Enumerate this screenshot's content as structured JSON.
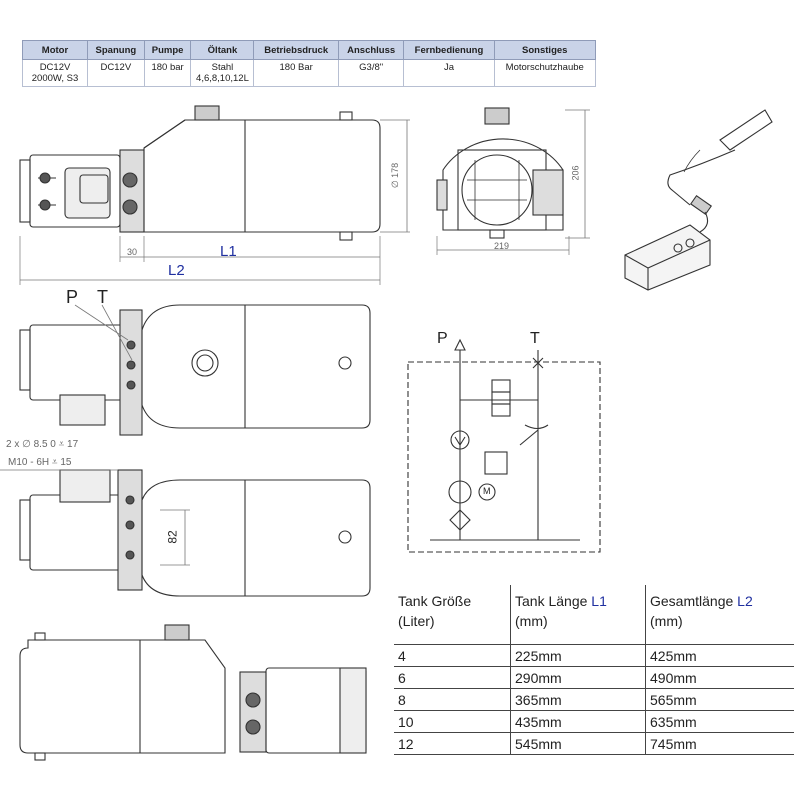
{
  "spec_table": {
    "headers": [
      "Motor",
      "Spanung",
      "Pumpe",
      "Öltank",
      "Betriebsdruck",
      "Anschluss",
      "Fernbedienung",
      "Sonstiges"
    ],
    "row": [
      "DC12V 2000W, S3",
      "DC12V",
      "180 bar",
      "Stahl 4,6,8,10,12L",
      "180 Bar",
      "G3/8\"",
      "Ja",
      "Motorschutzhaube"
    ]
  },
  "side_view": {
    "dim_30": "30",
    "dim_L1": "L1",
    "dim_L2": "L2",
    "dim_dia": "∅ 178"
  },
  "front_view": {
    "dim_width": "219",
    "dim_height": "206"
  },
  "top_view": {
    "port_P": "P",
    "port_T": "T",
    "note_hole": "2 x ∅ 8.5 0 ⩡ 17",
    "note_thread": "M10 - 6H ⩡ 15",
    "dim_82": "82"
  },
  "hydraulic": {
    "port_P": "P",
    "port_T": "T",
    "motor": "M"
  },
  "size_table": {
    "header": {
      "col1_line1": "Tank Größe",
      "col1_line2": "(Liter)",
      "col2_text": "Tank Länge ",
      "col2_key": "L1",
      "col2_unit": "(mm)",
      "col3_text": "Gesamtlänge ",
      "col3_key": "L2",
      "col3_unit": "(mm)"
    },
    "rows": [
      [
        "4",
        "225mm",
        "425mm"
      ],
      [
        "6",
        "290mm",
        "490mm"
      ],
      [
        "8",
        "365mm",
        "565mm"
      ],
      [
        "10",
        "435mm",
        "635mm"
      ],
      [
        "12",
        "545mm",
        "745mm"
      ]
    ]
  },
  "colors": {
    "drawing": "#333333",
    "dim": "#777777",
    "accent_blue": "#1f2fa0",
    "header_bg": "#c9d3e8"
  }
}
